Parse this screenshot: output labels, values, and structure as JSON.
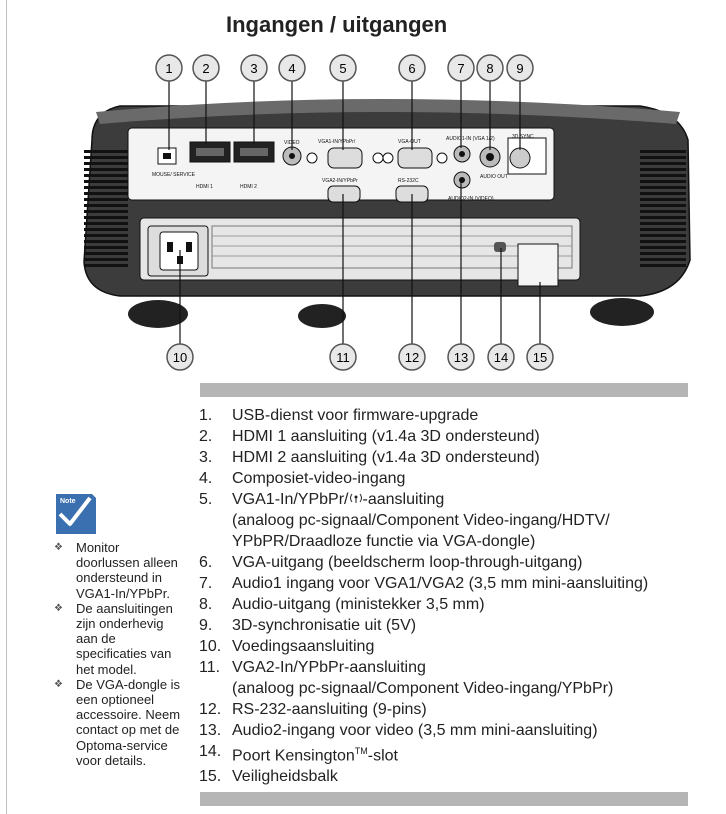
{
  "title": "Ingangen / uitgangen",
  "callouts": [
    "1",
    "2",
    "3",
    "4",
    "5",
    "6",
    "7",
    "8",
    "9",
    "10",
    "11",
    "12",
    "13",
    "14",
    "15"
  ],
  "panel_labels": {
    "mouse_service": "MOUSE/\nSERVICE",
    "hdmi1": "HDMI 1",
    "hdmi2": "HDMI 2",
    "video": "VIDEO",
    "vga1_in": "VGA1-IN/YPbPr/",
    "vga_out": "VGA-OUT",
    "audio1_in": "AUDIO1-IN\n(VGA 1/2)",
    "audio_out": "AUDIO\nOUT",
    "sync_3d": "3D SYNC",
    "vga2_in": "VGA2-IN/YPbPr",
    "rs232c": "RS-232C",
    "audio2_in": "AUDIO2-IN\n(VIDEO)"
  },
  "items": [
    {
      "num": "1.",
      "text": "USB-dienst voor firmware-upgrade"
    },
    {
      "num": "2.",
      "text": "HDMI 1 aansluiting (v1.4a 3D ondersteund)"
    },
    {
      "num": "3.",
      "text": "HDMI 2 aansluiting (v1.4a 3D ondersteund)"
    },
    {
      "num": "4.",
      "text": "Composiet-video-ingang"
    },
    {
      "num": "5.",
      "text_a": "VGA1-In/YPbPr/",
      "text_b": "-aansluiting",
      "text_cont": "(analoog pc-signaal/Component Video-ingang/HDTV/\nYPbPR/Draadloze functie via VGA-dongle)"
    },
    {
      "num": "6.",
      "text": "VGA-uitgang (beeldscherm loop-through-uitgang)"
    },
    {
      "num": "7.",
      "text": "Audio1 ingang voor VGA1/VGA2 (3,5 mm mini-aansluiting)"
    },
    {
      "num": "8.",
      "text": "Audio-uitgang (ministekker 3,5 mm)"
    },
    {
      "num": "9.",
      "text": "3D-synchronisatie uit (5V)"
    },
    {
      "num": "10.",
      "text": "Voedingsaansluiting"
    },
    {
      "num": "11.",
      "text": "VGA2-In/YPbPr-aansluiting\n(analoog pc-signaal/Component Video-ingang/YPbPr)"
    },
    {
      "num": "12.",
      "text": "RS-232-aansluiting (9-pins)"
    },
    {
      "num": "13.",
      "text": "Audio2-ingang voor video (3,5 mm mini-aansluiting)"
    },
    {
      "num": "14.",
      "text_a": "Poort Kensington",
      "tm": "TM",
      "text_b": "-slot"
    },
    {
      "num": "15.",
      "text": "Veiligheidsbalk"
    }
  ],
  "note": {
    "icon_label": "Note",
    "bullet_glyph": "❖",
    "items": [
      "Monitor doorlussen alleen ondersteund in VGA1-In/YPbPr.",
      "De aansluitingen zijn onderhevig aan de specificaties van het model.",
      "De VGA-dongle is een optioneel accessoire. Neem contact op met de Optoma-service voor details."
    ]
  },
  "colors": {
    "bar": "#b5b5b5",
    "note_blue": "#3a6fb0",
    "projector_dark": "#1c1c1c",
    "panel": "#f4f4f4"
  }
}
